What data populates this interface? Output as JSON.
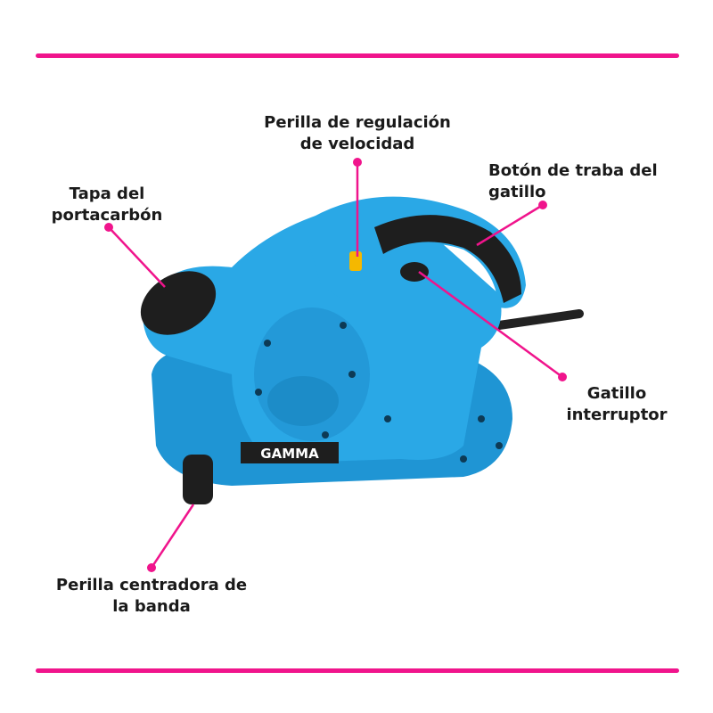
{
  "accent_color": "#f0148c",
  "tool_color": "#2aa8e6",
  "brand": "GAMMA",
  "callouts": {
    "speed_knob": {
      "line1": "Perilla de regulación",
      "line2": "de velocidad"
    },
    "trigger_lock": {
      "line1": "Botón de traba del",
      "line2": "gatillo"
    },
    "brush_cap": {
      "line1": "Tapa del",
      "line2": "portacarbón"
    },
    "trigger": {
      "line1": "Gatillo",
      "line2": "interruptor"
    },
    "belt_knob": {
      "line1": "Perilla centradora de",
      "line2": "la banda"
    }
  }
}
